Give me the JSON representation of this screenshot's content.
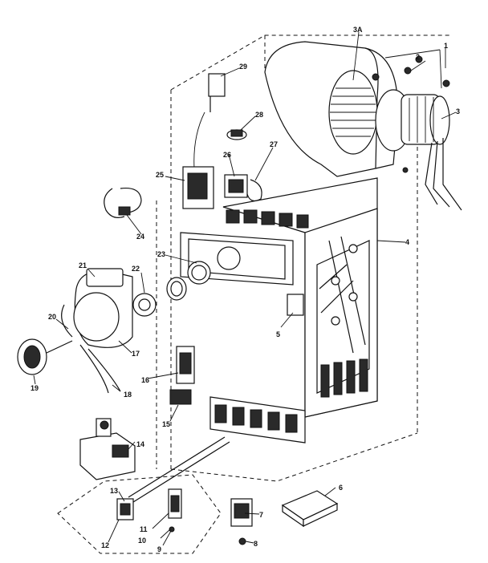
{
  "labels": {
    "p1": "1",
    "p2": "2",
    "p3": "3",
    "p3a": "3A",
    "p4": "4",
    "p5": "5",
    "p6": "6",
    "p7": "7",
    "p8": "8",
    "p9": "9",
    "p10": "10",
    "p11": "11",
    "p12": "12",
    "p13": "13",
    "p14": "14",
    "p15": "15",
    "p16": "16",
    "p17": "17",
    "p18": "18",
    "p19": "19",
    "p20": "20",
    "p21": "21",
    "p22": "22",
    "p23": "23",
    "p24": "24",
    "p25": "25",
    "p26": "26",
    "p27": "27",
    "p28": "28",
    "p29": "29"
  }
}
